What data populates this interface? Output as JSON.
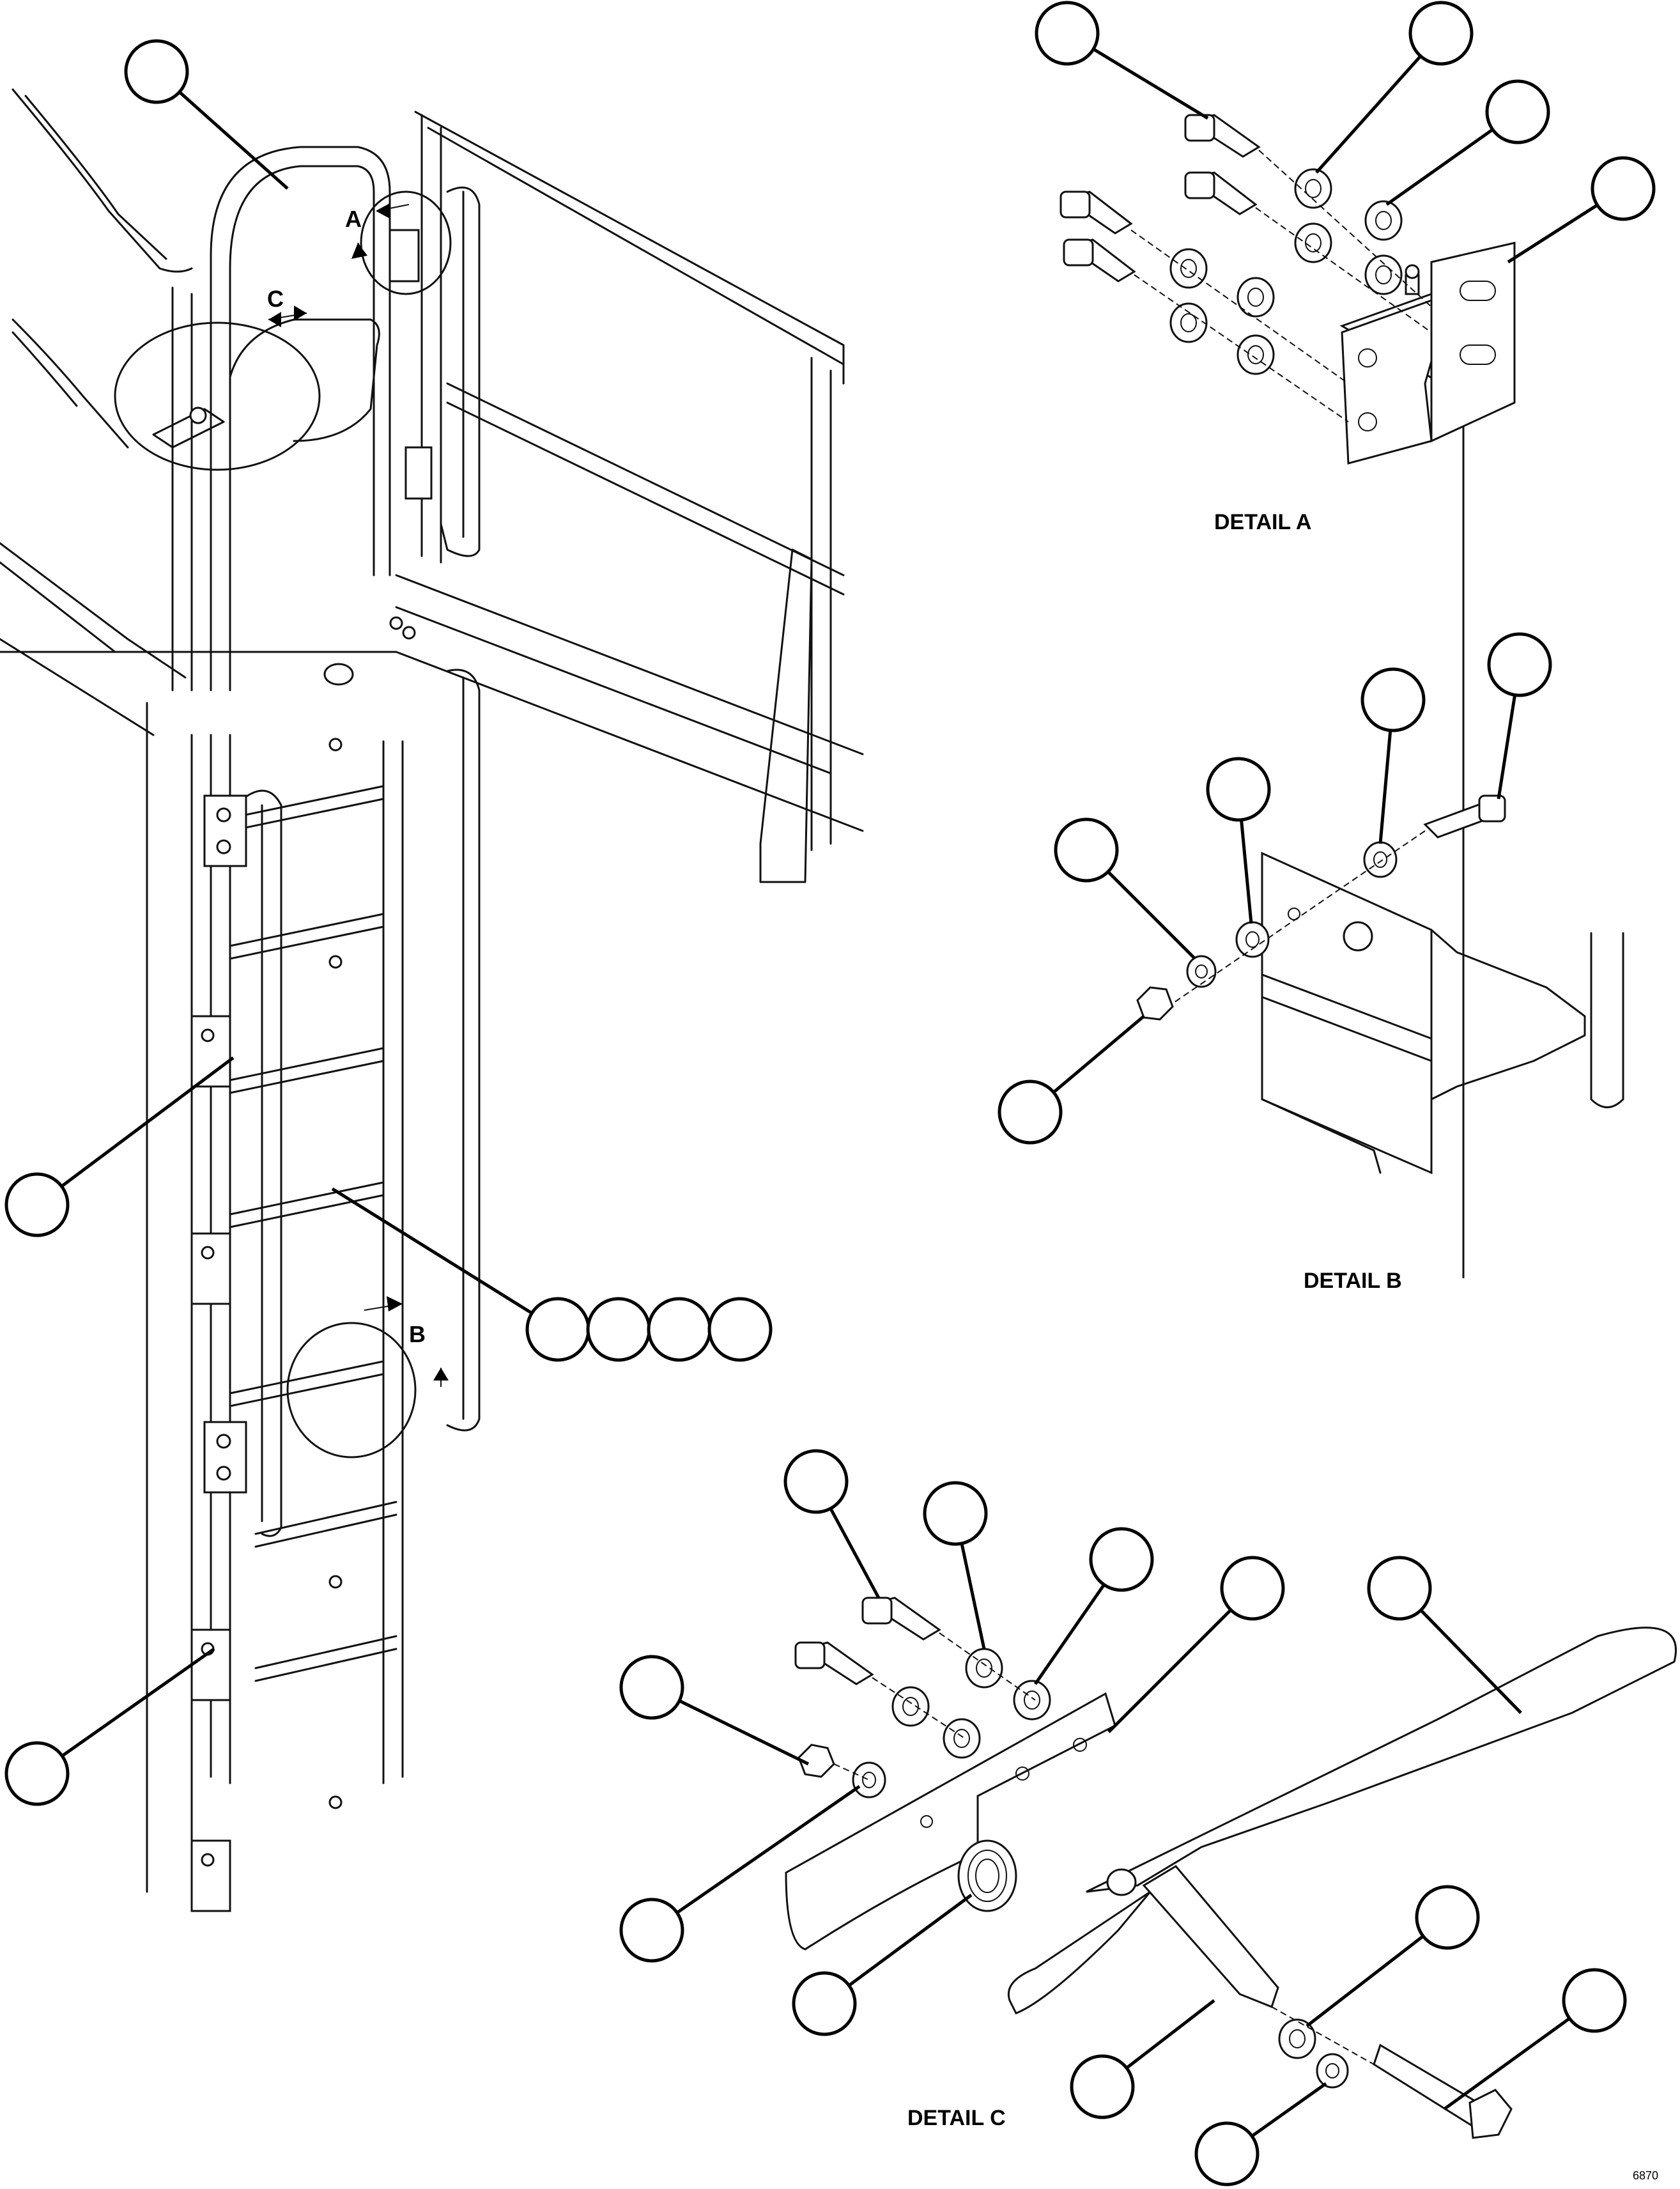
{
  "detail_labels": {
    "a": "DETAIL A",
    "b": "DETAIL B",
    "c": "DETAIL C"
  },
  "reference_letters": {
    "a": "A",
    "b": "B",
    "c": "C"
  },
  "drawing_code": "6870"
}
